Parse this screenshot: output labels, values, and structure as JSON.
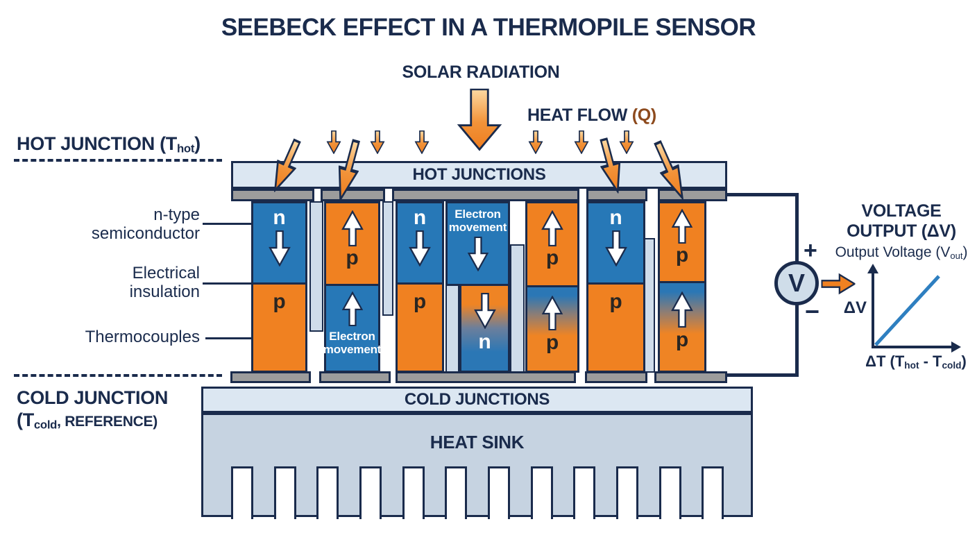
{
  "title": "SEEBECK EFFECT IN A THERMOPILE SENSOR",
  "top": {
    "solar_radiation": "SOLAR RADIATION",
    "heat_flow_label": "HEAT FLOW ",
    "heat_flow_symbol": "(Q)"
  },
  "hot_junction_label": {
    "pre": "HOT JUNCTION (T",
    "sub": "hot",
    "post": ")"
  },
  "cold_junction_label": {
    "line1": "COLD JUNCTION",
    "pre": "(T",
    "sub": "cold",
    "post": ", REFERENCE)"
  },
  "component_labels": {
    "n_type_line1": "n-type",
    "n_type_line2": "semiconductor",
    "insulation_line1": "Electrical",
    "insulation_line2": "insulation",
    "thermocouples": "Thermocouples"
  },
  "assembly": {
    "hot_junctions": "HOT JUNCTIONS",
    "cold_junctions": "COLD JUNCTIONS",
    "heat_sink": "HEAT SINK",
    "columns": [
      {
        "top_label": "n",
        "top_arrow": "down",
        "bottom_label": "p",
        "bottom_arrow": "none"
      },
      {
        "top_label": "p",
        "top_arrow": "up",
        "bottom_caption": "Electron movement",
        "bottom_arrow": "up"
      },
      {
        "top_label": "n",
        "top_arrow": "down",
        "bottom_label": "p",
        "bottom_arrow": "none"
      },
      {
        "top_caption": "Electron movement",
        "top_arrow": "down",
        "bottom_label": "n",
        "bottom_arrow": "down"
      },
      {
        "top_label": "p",
        "top_arrow": "up",
        "bottom_label": "p",
        "bottom_arrow": "up"
      },
      {
        "top_label": "n",
        "top_arrow": "down",
        "bottom_label": "p",
        "bottom_arrow": "none"
      },
      {
        "top_label": "p",
        "top_arrow": "up",
        "bottom_label": "p",
        "bottom_arrow": "up"
      }
    ]
  },
  "meter": {
    "symbol": "V",
    "plus": "+",
    "minus": "−"
  },
  "voltage_panel": {
    "title_line1": "VOLTAGE",
    "title_line2": "OUTPUT (ΔV)",
    "subtitle": {
      "pre": "Output Voltage (V",
      "sub": "out",
      "post": ")"
    },
    "graph": {
      "type": "line",
      "y_label": "ΔV",
      "x_label": {
        "pre": "ΔT (T",
        "sub1": "hot",
        "mid": " - T",
        "sub2": "cold",
        "post": ")"
      },
      "relationship": "linear increasing",
      "line_color": "#2e7fc0"
    }
  },
  "colors": {
    "navy": "#1a2b4c",
    "blue": "#2778b7",
    "orange": "#f08121",
    "bar_fill": "#dce7f2",
    "heat_sink_fill": "#c6d3e1",
    "connector_gray": "#9c9c9c",
    "insulation_fill": "#cfdcea",
    "q_brown": "#8d4a1d"
  }
}
